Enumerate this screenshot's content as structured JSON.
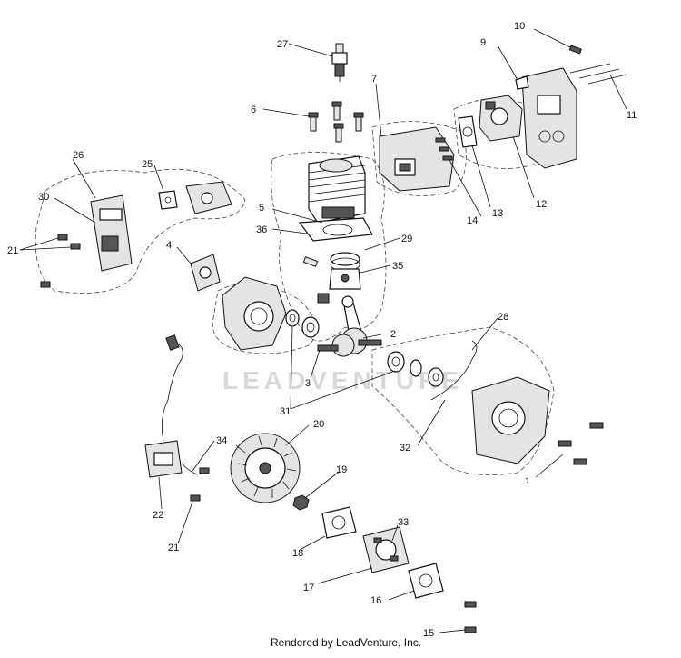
{
  "watermark": "LEADVENTURE",
  "footer": "Rendered by LeadVenture, Inc.",
  "callouts": [
    {
      "id": "1",
      "label": "1"
    },
    {
      "id": "2",
      "label": "2"
    },
    {
      "id": "3",
      "label": "3"
    },
    {
      "id": "4",
      "label": "4"
    },
    {
      "id": "5",
      "label": "5"
    },
    {
      "id": "6",
      "label": "6"
    },
    {
      "id": "7",
      "label": "7"
    },
    {
      "id": "9",
      "label": "9"
    },
    {
      "id": "10",
      "label": "10"
    },
    {
      "id": "11",
      "label": "11"
    },
    {
      "id": "12",
      "label": "12"
    },
    {
      "id": "13",
      "label": "13"
    },
    {
      "id": "14",
      "label": "14"
    },
    {
      "id": "15",
      "label": "15"
    },
    {
      "id": "16",
      "label": "16"
    },
    {
      "id": "17",
      "label": "17"
    },
    {
      "id": "18",
      "label": "18"
    },
    {
      "id": "19",
      "label": "19"
    },
    {
      "id": "20",
      "label": "20"
    },
    {
      "id": "21a",
      "label": "21"
    },
    {
      "id": "21b",
      "label": "21"
    },
    {
      "id": "22",
      "label": "22"
    },
    {
      "id": "25",
      "label": "25"
    },
    {
      "id": "26",
      "label": "26"
    },
    {
      "id": "27",
      "label": "27"
    },
    {
      "id": "28",
      "label": "28"
    },
    {
      "id": "29",
      "label": "29"
    },
    {
      "id": "30",
      "label": "30"
    },
    {
      "id": "31",
      "label": "31"
    },
    {
      "id": "32",
      "label": "32"
    },
    {
      "id": "33",
      "label": "33"
    },
    {
      "id": "34",
      "label": "34"
    },
    {
      "id": "35",
      "label": "35"
    },
    {
      "id": "36",
      "label": "36"
    }
  ]
}
